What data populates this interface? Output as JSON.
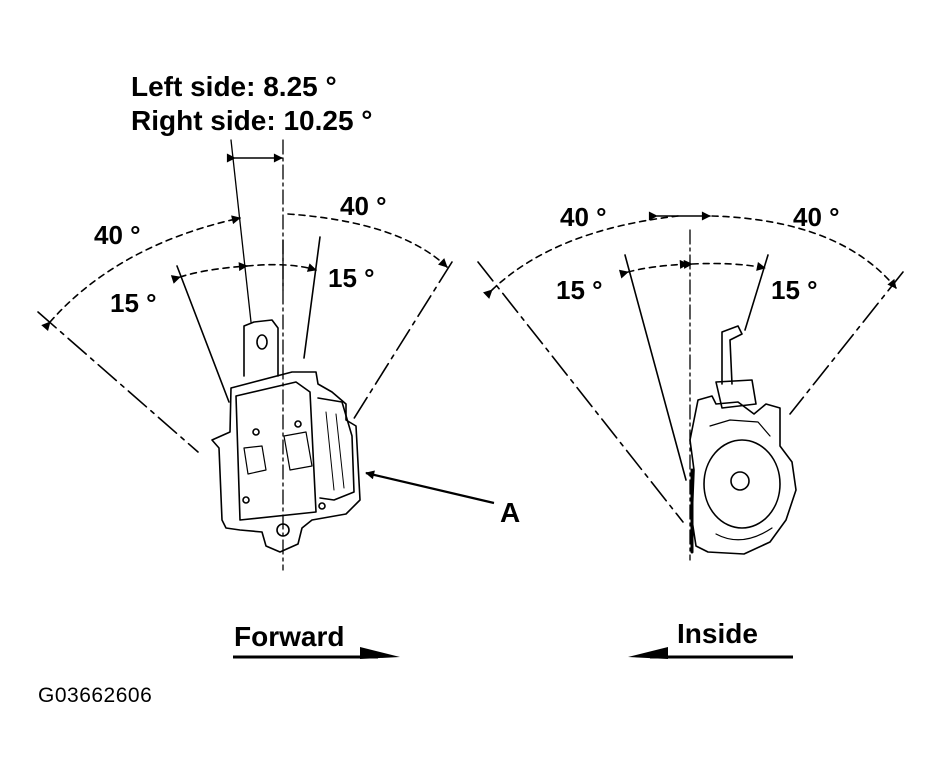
{
  "spec": {
    "left_side": "Left side: 8.25 °",
    "right_side": "Right side: 10.25 °"
  },
  "left_sensor": {
    "outer_angle_left": "40 °",
    "outer_angle_right": "40 °",
    "inner_angle_left": "15 °",
    "inner_angle_right": "15 °",
    "callout": "A"
  },
  "right_sensor": {
    "outer_angle_left": "40 °",
    "outer_angle_right": "40 °",
    "inner_angle_left": "15 °",
    "inner_angle_right": "15 °"
  },
  "directions": {
    "forward": "Forward",
    "inside": "Inside"
  },
  "figure_code": "G03662606",
  "colors": {
    "ink": "#000000",
    "paper": "#ffffff"
  }
}
